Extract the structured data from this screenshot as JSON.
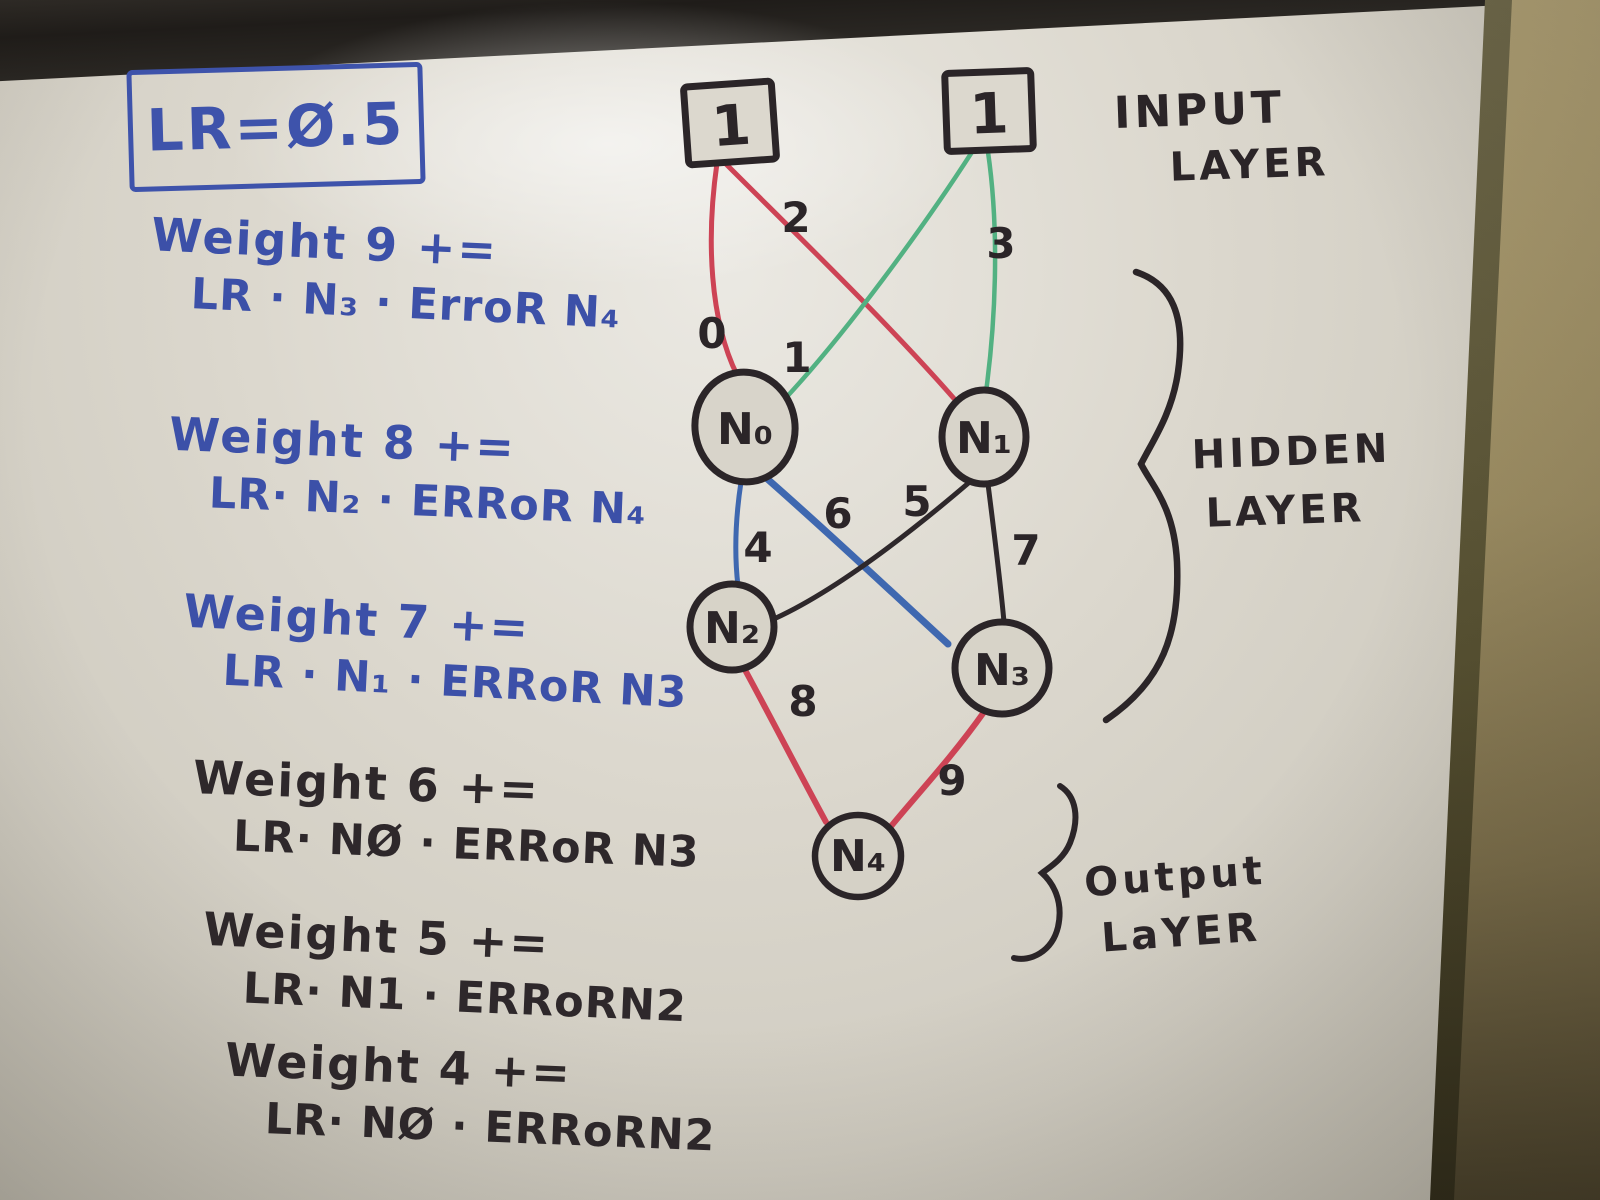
{
  "lr_box": {
    "text": "LR=Ø.5"
  },
  "equations": [
    {
      "name": "weight-9",
      "line1": "Weight 9 +=",
      "line2": "LR · N₃ · ErroR N₄",
      "ink": "blue",
      "ink_hex": "#3c50a8"
    },
    {
      "name": "weight-8",
      "line1": "Weight 8 +=",
      "line2": "LR· N₂ · ERRoR N₄",
      "ink": "blue",
      "ink_hex": "#3c50a8"
    },
    {
      "name": "weight-7",
      "line1": "Weight 7 +=",
      "line2": "LR · N₁ · ERRoR N3",
      "ink": "blue",
      "ink_hex": "#3c50a8"
    },
    {
      "name": "weight-6",
      "line1": "Weight 6 +=",
      "line2": "LR· NØ · ERRoR N3",
      "ink": "black",
      "ink_hex": "#2e282b"
    },
    {
      "name": "weight-5",
      "line1": "Weight 5 +=",
      "line2": "LR· N1 · ERRoRN2",
      "ink": "black",
      "ink_hex": "#2e282b"
    },
    {
      "name": "weight-4",
      "line1": "Weight 4 +=",
      "line2": "LR· NØ · ERRoRN2",
      "ink": "black",
      "ink_hex": "#2e282b"
    }
  ],
  "diagram": {
    "input_left_value": "1",
    "input_right_value": "1",
    "labels": {
      "input1": "INPUT",
      "input2": "LAYER",
      "hidden1": "HIDDEN",
      "hidden2": "LAYER",
      "output1": "Output",
      "output2": "LaYER"
    },
    "nodes": {
      "n0": "N₀",
      "n1": "N₁",
      "n2": "N₂",
      "n3": "N₃",
      "n4": "N₄"
    },
    "edges": [
      {
        "label": "0",
        "from": "input-left",
        "to": "N0",
        "color": "#cd4355"
      },
      {
        "label": "1",
        "from": "input-right",
        "to": "N0",
        "color": "#52b182"
      },
      {
        "label": "2",
        "from": "input-left",
        "to": "N1",
        "color": "#cd4355"
      },
      {
        "label": "3",
        "from": "input-right",
        "to": "N1",
        "color": "#52b182"
      },
      {
        "label": "4",
        "from": "N0",
        "to": "N2",
        "color": "#3f68b0"
      },
      {
        "label": "5",
        "from": "N1",
        "to": "N2",
        "color": "#2e282b"
      },
      {
        "label": "6",
        "from": "N0",
        "to": "N3",
        "color": "#3f68b0"
      },
      {
        "label": "7",
        "from": "N1",
        "to": "N3",
        "color": "#2e282b"
      },
      {
        "label": "8",
        "from": "N2",
        "to": "N4",
        "color": "#cd4355"
      },
      {
        "label": "9",
        "from": "N3",
        "to": "N4",
        "color": "#cd4355"
      }
    ]
  },
  "ink_colors": {
    "blue": "#3c50a8",
    "black": "#2e282b",
    "red": "#cd4355",
    "green": "#52b182",
    "edge_blue": "#3f68b0"
  }
}
